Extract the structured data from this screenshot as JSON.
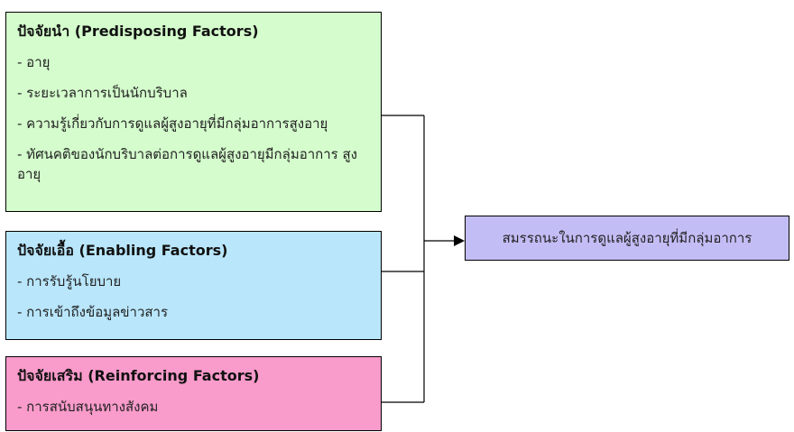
{
  "diagram": {
    "factors": [
      {
        "id": "predisposing",
        "title": "ปัจจัยนำ (Predisposing Factors)",
        "color": "#d4fccc",
        "items": [
          "- อายุ",
          "- ระยะเวลาการเป็นนักบริบาล",
          "- ความรู้เกี่ยวกับการดูแลผู้สูงอายุที่มีกลุ่มอาการสูงอายุ",
          "- ทัศนคติของนักบริบาลต่อการดูแลผู้สูงอายุมีกลุ่มอาการ สูงอายุ"
        ]
      },
      {
        "id": "enabling",
        "title": "ปัจจัยเอื้อ (Enabling Factors)",
        "color": "#b9e6fb",
        "items": [
          "- การรับรู้นโยบาย",
          "- การเข้าถึงข้อมูลข่าวสาร"
        ]
      },
      {
        "id": "reinforcing",
        "title": "ปัจจัยเสริม (Reinforcing Factors)",
        "color": "#f99bcb",
        "items": [
          "- การสนับสนุนทางสังคม"
        ]
      }
    ],
    "outcome": {
      "label": "สมรรถนะในการดูแลผู้สูงอายุที่มีกลุ่มอาการ",
      "color": "#c3bdf6"
    },
    "connector": "arrow-right"
  }
}
